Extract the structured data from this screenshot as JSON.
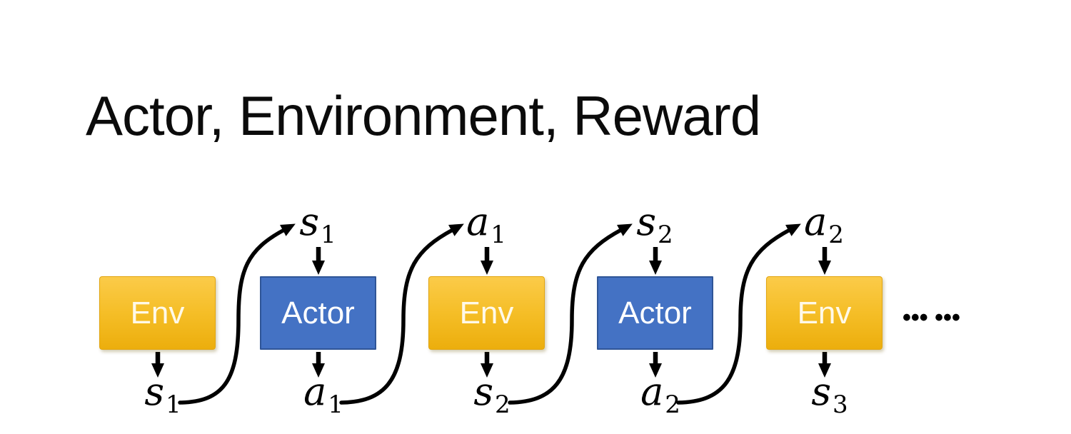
{
  "title": "Actor, Environment, Reward",
  "ellipsis": "••• •••",
  "colors": {
    "background": "#FFFFFF",
    "title_text": "#0B0B0B",
    "env_gradient_top": "#FBCB49",
    "env_gradient_bottom": "#ECAE0D",
    "env_border": "#E2A511",
    "env_text": "#FFF9E8",
    "actor_fill": "#4472C4",
    "actor_border": "#2F5597",
    "actor_text": "#FFFFFF",
    "arrow": "#000000"
  },
  "columns": [
    {
      "box": "Env",
      "top": null,
      "bottom": {
        "base": "s",
        "sub": "1"
      }
    },
    {
      "box": "Actor",
      "top": {
        "base": "s",
        "sub": "1"
      },
      "bottom": {
        "base": "a",
        "sub": "1"
      }
    },
    {
      "box": "Env",
      "top": {
        "base": "a",
        "sub": "1"
      },
      "bottom": {
        "base": "s",
        "sub": "2"
      }
    },
    {
      "box": "Actor",
      "top": {
        "base": "s",
        "sub": "2"
      },
      "bottom": {
        "base": "a",
        "sub": "2"
      }
    },
    {
      "box": "Env",
      "top": {
        "base": "a",
        "sub": "2"
      },
      "bottom": {
        "base": "s",
        "sub": "3"
      }
    }
  ]
}
